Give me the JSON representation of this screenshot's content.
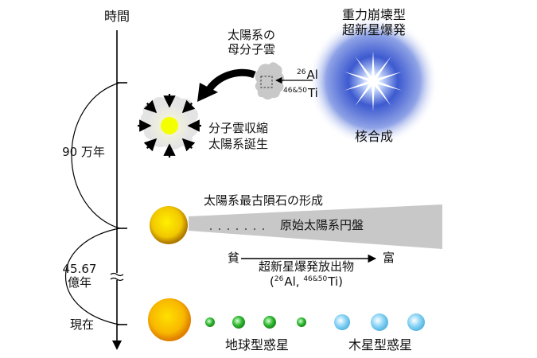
{
  "axis": {
    "label": "時間",
    "interval_1": "90 万年",
    "interval_2_value": "45.67",
    "interval_2_unit": "億年",
    "present": "現在"
  },
  "supernova": {
    "title_line1": "重力崩壊型",
    "title_line2": "超新星爆発",
    "caption": "核合成",
    "al_mass": "26",
    "al_symbol": "Al",
    "ti_mass": "46&50",
    "ti_symbol": "Ti"
  },
  "cloud": {
    "title_line1": "太陽系の",
    "title_line2": "母分子雲"
  },
  "collapse": {
    "line1": "分子雲収縮",
    "line2": "太陽系誕生"
  },
  "disk": {
    "meteorite_label": "太陽系最古隕石の形成",
    "disk_label": "原始太陽系円盤",
    "poor": "貧",
    "rich": "富",
    "ejecta_label": "超新星爆発放出物",
    "ejecta_isotopes": {
      "open": "(",
      "al_mass": "26",
      "al_symbol": "Al,",
      "ti_mass": "46&50",
      "ti_symbol": "Ti",
      "close": ")"
    }
  },
  "present": {
    "terrestrial": "地球型惑星",
    "jovian": "木星型惑星"
  },
  "colors": {
    "supernova_core": "#ffffff",
    "supernova_halo": "#1f3fb0",
    "sun": "#f2c800",
    "sun_edge": "#c08a00",
    "terrestrial": "#2eb82e",
    "jovian": "#7cc8ee",
    "disk": "#c8c8c8",
    "arrow": "#000000"
  }
}
